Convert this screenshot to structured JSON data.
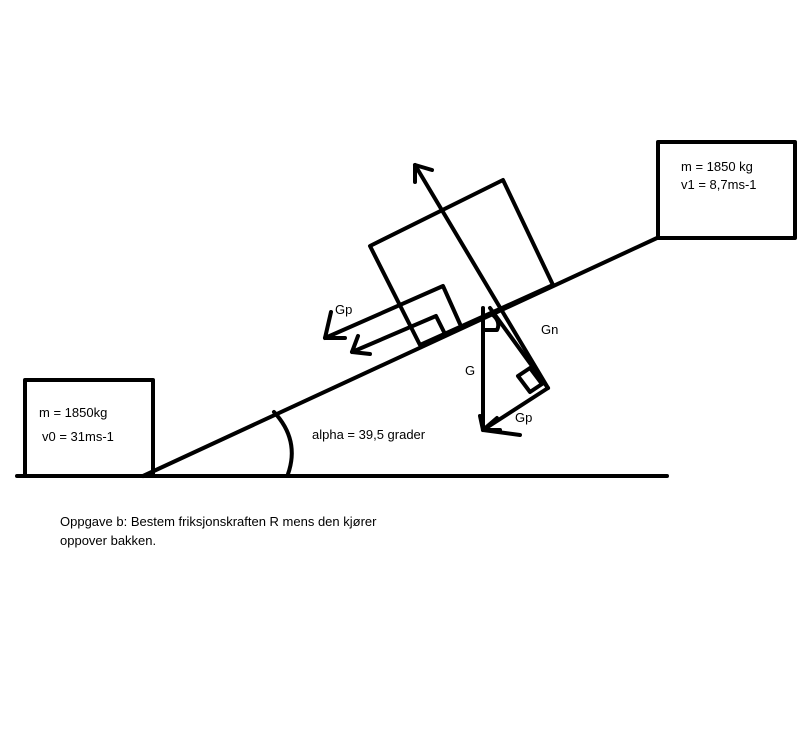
{
  "start_box": {
    "mass": "m = 1850kg",
    "velocity": "v0 = 31ms-1"
  },
  "end_box": {
    "mass": "m = 1850 kg",
    "velocity": "v1 = 8,7ms-1"
  },
  "angle_label": "alpha = 39,5 grader",
  "forces": {
    "gp_upper": "Gp",
    "gn": "Gn",
    "g": "G",
    "gp_lower": "Gp"
  },
  "task_text": "Oppgave b: Bestem friksjonskraften R mens den kjører oppover bakken.",
  "colors": {
    "ink": "#000000",
    "background": "#ffffff"
  }
}
